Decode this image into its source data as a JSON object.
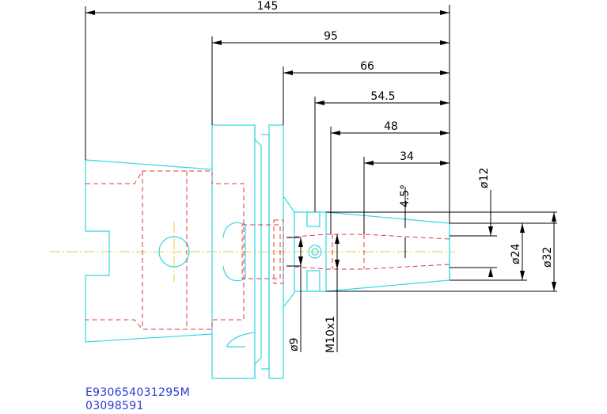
{
  "dimensions": {
    "d145": "145",
    "d95": "95",
    "d66": "66",
    "d54_5": "54.5",
    "d48": "48",
    "d34": "34",
    "angle": "4.5°",
    "dia12": "ø12",
    "dia24": "ø24",
    "dia32": "ø32",
    "dia9": "ø9",
    "thread": "M10x1"
  },
  "colors": {
    "part": "#33d6e6",
    "hidden": "#e03a3a",
    "center": "#e6d23a",
    "dimension": "#000000",
    "code": "#2b3ad6"
  },
  "codes": {
    "part_number": "E930654031295M",
    "serial": "03098591"
  }
}
